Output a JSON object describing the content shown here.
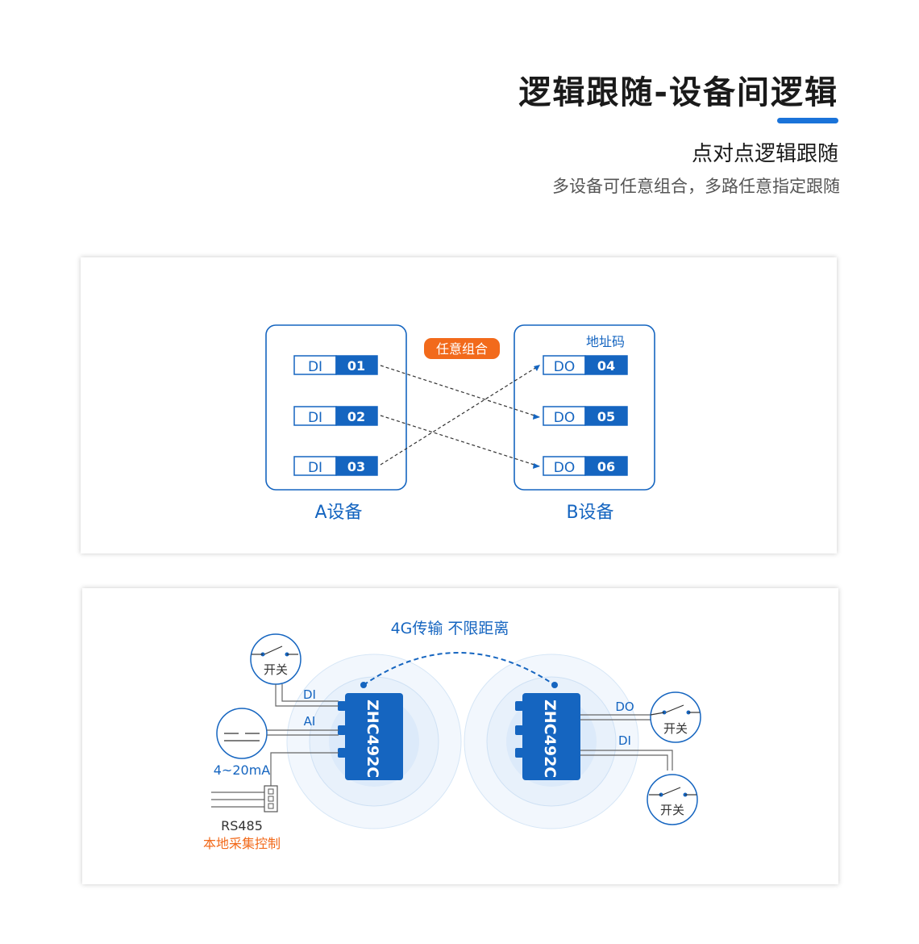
{
  "header": {
    "title": "逻辑跟随-设备间逻辑",
    "subtitle": "点对点逻辑跟随",
    "description": "多设备可任意组合，多路任意指定跟随",
    "accent_color": "#1a73d9"
  },
  "logic_diagram": {
    "combo_badge": "任意组合",
    "address_label": "地址码",
    "device_a": {
      "label": "A设备",
      "ports": [
        {
          "type": "DI",
          "code": "01"
        },
        {
          "type": "DI",
          "code": "02"
        },
        {
          "type": "DI",
          "code": "03"
        }
      ]
    },
    "device_b": {
      "label": "B设备",
      "ports": [
        {
          "type": "DO",
          "code": "04"
        },
        {
          "type": "DO",
          "code": "05"
        },
        {
          "type": "DO",
          "code": "06"
        }
      ]
    },
    "links": [
      {
        "from": "01",
        "to": "05"
      },
      {
        "from": "02",
        "to": "06"
      },
      {
        "from": "03",
        "to": "04"
      }
    ],
    "colors": {
      "blue": "#1565c0",
      "orange": "#f26a1b"
    }
  },
  "network_diagram": {
    "link_label": "4G传输 不限距离",
    "module_label": "ZHC492C",
    "left": {
      "switch_label": "开关",
      "di_label": "DI",
      "ai_label": "AI",
      "current_label": "4~20mA",
      "rs485_label": "RS485",
      "local_label": "本地采集控制"
    },
    "right": {
      "do_label": "DO",
      "di_label": "DI",
      "switch_top_label": "开关",
      "switch_bottom_label": "开关"
    },
    "colors": {
      "module": "#1565c0",
      "orange": "#f26a1b",
      "wire": "#666666"
    }
  }
}
